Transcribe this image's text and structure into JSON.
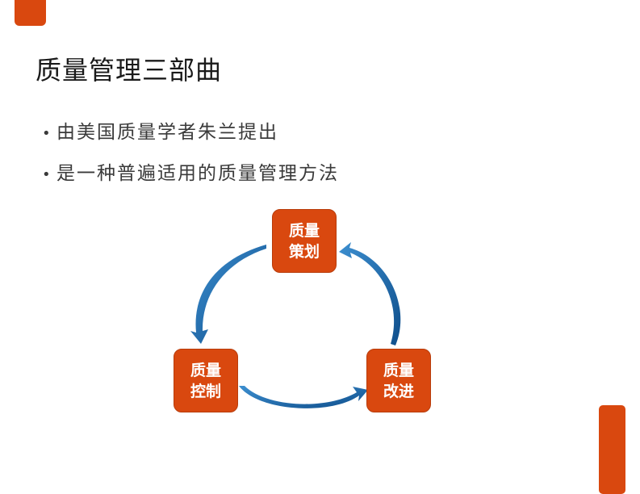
{
  "slide": {
    "title": "质量管理三部曲",
    "bullets": [
      "由美国质量学者朱兰提出",
      "是一种普遍适用的质量管理方法"
    ],
    "diagram": {
      "nodes": [
        {
          "line1": "质量",
          "line2": "策划"
        },
        {
          "line1": "质量",
          "line2": "控制"
        },
        {
          "line1": "质量",
          "line2": "改进"
        }
      ]
    }
  },
  "colors": {
    "accent": "#D9480F",
    "arrow": "#1F6DB0"
  }
}
